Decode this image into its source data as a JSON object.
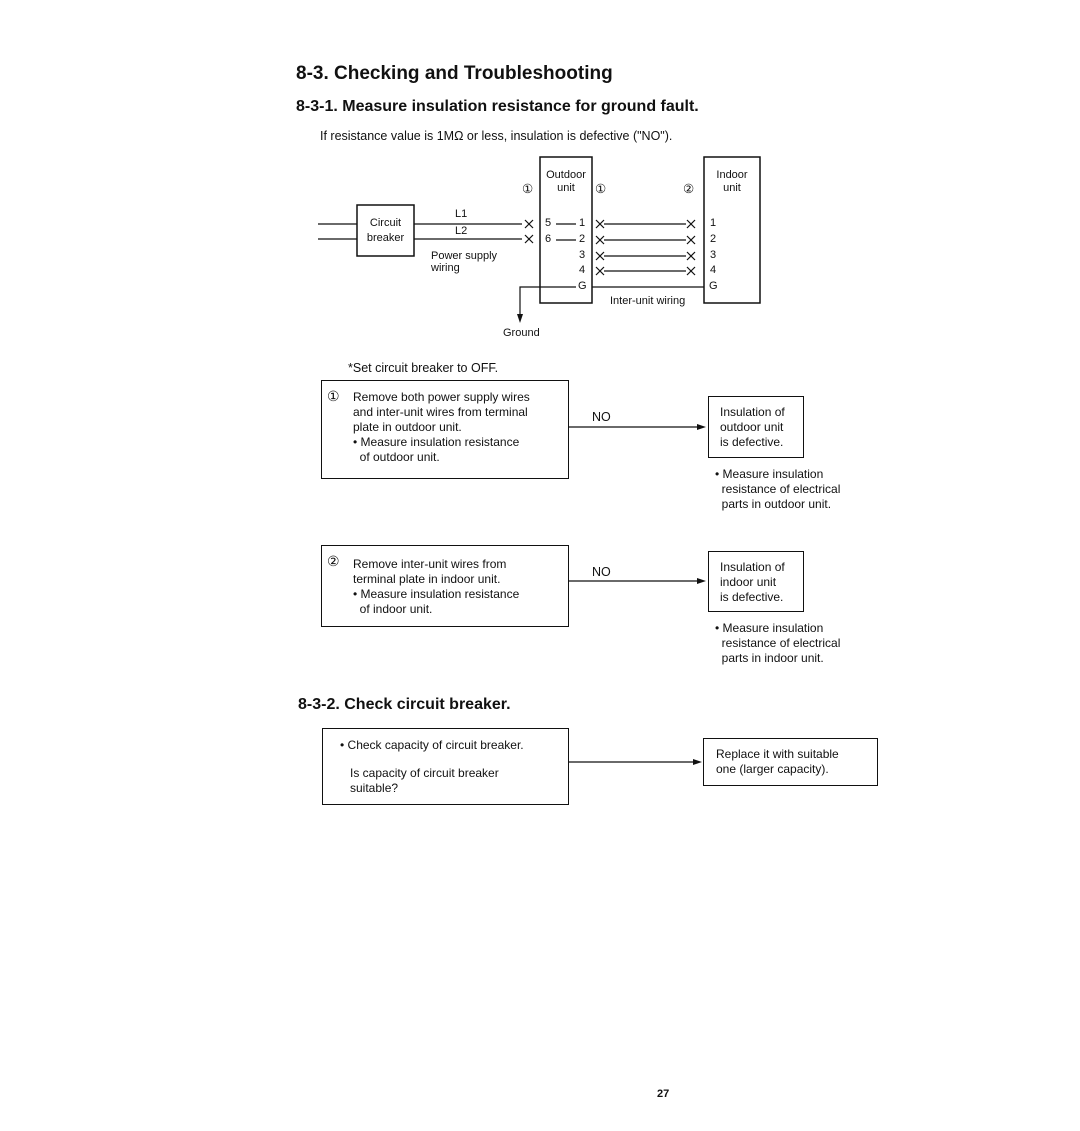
{
  "title": "8-3. Checking and Troubleshooting",
  "section1": {
    "heading": "8-3-1. Measure insulation resistance for ground fault.",
    "intro": "If resistance value is 1MΩ or less, insulation is defective (\"NO\")."
  },
  "diagram": {
    "outdoor_label_1": "Outdoor",
    "outdoor_label_2": "unit",
    "indoor_label_1": "Indoor",
    "indoor_label_2": "unit",
    "marker_1": "①",
    "marker_2": "②",
    "breaker_1": "Circuit",
    "breaker_2": "breaker",
    "l1": "L1",
    "l2": "L2",
    "power_1": "Power supply",
    "power_2": "wiring",
    "outdoor_left_terminals": [
      "5",
      "6"
    ],
    "outdoor_right_terminals": [
      "1",
      "2",
      "3",
      "4",
      "G"
    ],
    "indoor_terminals": [
      "1",
      "2",
      "3",
      "4",
      "G"
    ],
    "inter_unit_wiring": "Inter-unit wiring",
    "ground": "Ground"
  },
  "note": "*Set circuit breaker to OFF.",
  "step1": {
    "marker": "①",
    "text": "Remove both power supply wires\nand inter-unit wires from terminal\nplate in outdoor unit.\n• Measure insulation resistance\n  of outdoor unit.",
    "arrow_label": "NO",
    "result": "Insulation of\noutdoor unit\nis defective.",
    "note": "• Measure insulation\n  resistance of electrical\n  parts in outdoor unit."
  },
  "step2": {
    "marker": "②",
    "text": "Remove inter-unit wires from\nterminal plate in indoor unit.\n• Measure insulation resistance\n  of indoor unit.",
    "arrow_label": "NO",
    "result": "Insulation of\nindoor unit\nis defective.",
    "note": "• Measure insulation\n  resistance of electrical\n  parts in indoor unit."
  },
  "section2": {
    "heading": "8-3-2. Check circuit breaker.",
    "box_line1": "• Check capacity of circuit breaker.",
    "box_line2": "Is capacity of circuit breaker\nsuitable?",
    "result": "Replace it with suitable\none (larger capacity)."
  },
  "page_number": "27"
}
